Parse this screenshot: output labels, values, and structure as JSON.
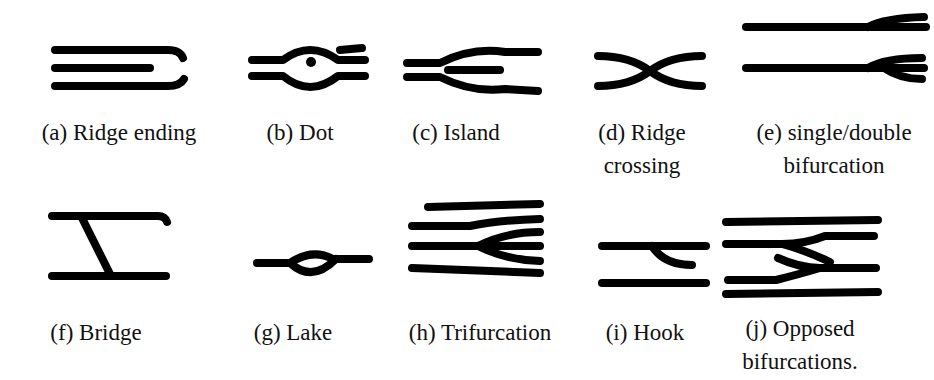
{
  "diagram": {
    "labels": [
      "(a) Ridge ending",
      "(b) Dot",
      "(c) Island",
      "(d) Ridge crossing",
      "(e) single/double bifurcation",
      "(f) Bridge",
      "(g) Lake",
      "(h) Trifurcation",
      "(i) Hook",
      "(j) Opposed bifurcations."
    ]
  }
}
